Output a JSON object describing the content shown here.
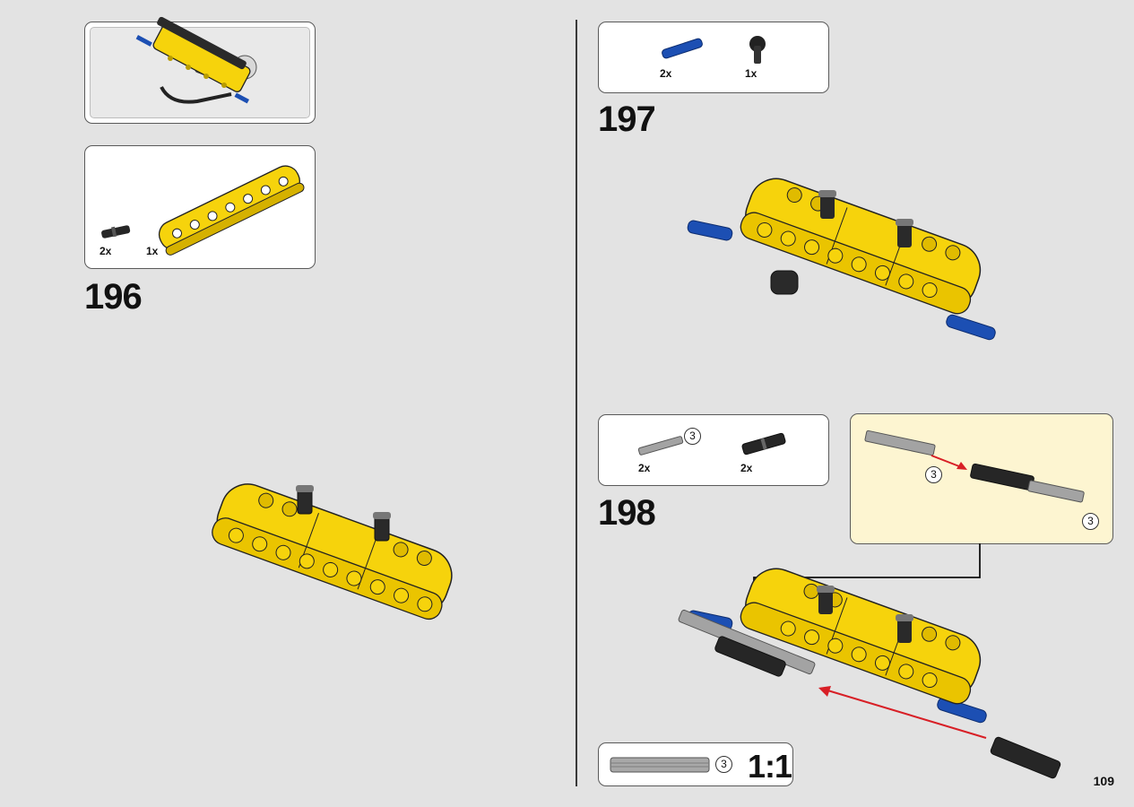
{
  "page": {
    "number": "109"
  },
  "colors": {
    "yellow": "#f6d30c",
    "blue": "#1c4fb3",
    "black": "#262626",
    "grey": "#9a9a9a",
    "arrow": "#d81f26",
    "callout_bg": "#fdf5d1"
  },
  "step196": {
    "number": "196",
    "parts": [
      {
        "icon": "black-pin-icon",
        "qty": "2x"
      },
      {
        "icon": "yellow-beam-icon",
        "qty": "1x"
      }
    ]
  },
  "step197": {
    "number": "197",
    "parts": [
      {
        "icon": "blue-axle-pin-icon",
        "qty": "2x"
      },
      {
        "icon": "black-pin-connector-icon",
        "qty": "1x"
      }
    ]
  },
  "step198": {
    "number": "198",
    "parts": [
      {
        "icon": "grey-axle-icon",
        "qty": "2x",
        "length": "3"
      },
      {
        "icon": "black-axle-connector-icon",
        "qty": "2x"
      }
    ],
    "callout": {
      "length_a": "3",
      "length_b": "3"
    }
  },
  "scale_ruler": {
    "length": "3",
    "ratio": "1:1"
  }
}
